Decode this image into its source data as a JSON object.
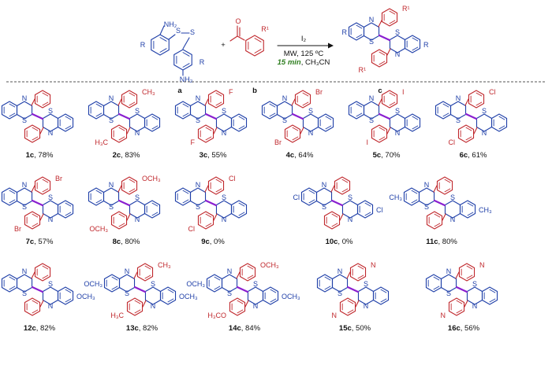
{
  "colors": {
    "blue": "#1f3fa8",
    "red": "#c0282d",
    "purple": "#8a1fd0",
    "green": "#2e7d1f",
    "black": "#111111"
  },
  "reaction": {
    "reagent_a_label": "a",
    "reagent_b_label": "b",
    "product_label": "c",
    "plus": "+",
    "atoms": {
      "nh2": "NH₂",
      "s": "S",
      "n": "N",
      "o": "O",
      "r": "R",
      "r1": "R¹"
    },
    "conditions": {
      "reagent": "I₂",
      "line1": "MW, 125 ºC",
      "line2_time": "15 min",
      "line2_solvent": ", CH₃CN"
    }
  },
  "compounds": [
    {
      "id": "1c",
      "yield": ", 78%",
      "sub_top": "",
      "sub_bot": "",
      "ring_sub": ""
    },
    {
      "id": "2c",
      "yield": ", 83%",
      "sub_top": "CH₃",
      "sub_bot": "H₃C",
      "ring_sub": ""
    },
    {
      "id": "3c",
      "yield": ", 55%",
      "sub_top": "F",
      "sub_bot": "F",
      "ring_sub": ""
    },
    {
      "id": "4c",
      "yield": ", 64%",
      "sub_top": "Br",
      "sub_bot": "Br",
      "ring_sub": ""
    },
    {
      "id": "5c",
      "yield": ", 70%",
      "sub_top": "I",
      "sub_bot": "I",
      "ring_sub": ""
    },
    {
      "id": "6c",
      "yield": ", 61%",
      "sub_top": "Cl",
      "sub_bot": "Cl",
      "ring_sub": ""
    },
    {
      "id": "7c",
      "yield": ", 57%",
      "sub_top": "Br",
      "sub_bot": "Br",
      "ring_sub": ""
    },
    {
      "id": "8c",
      "yield": ", 80%",
      "sub_top": "OCH₃",
      "sub_bot": "OCH₃",
      "ring_sub": ""
    },
    {
      "id": "9c",
      "yield": ", 0%",
      "sub_top": "Cl",
      "sub_bot": "Cl",
      "ring_sub": ""
    },
    {
      "id": "10c",
      "yield": ", 0%",
      "sub_top": "",
      "sub_bot": "",
      "ring_sub": "Cl"
    },
    {
      "id": "11c",
      "yield": ", 80%",
      "sub_top": "",
      "sub_bot": "",
      "ring_sub": "CH₃"
    },
    {
      "id": "12c",
      "yield": ", 82%",
      "sub_top": "",
      "sub_bot": "",
      "ring_sub": "OCH₃"
    },
    {
      "id": "13c",
      "yield": ", 82%",
      "sub_top": "CH₃",
      "sub_bot": "H₃C",
      "ring_sub": "OCH₃"
    },
    {
      "id": "14c",
      "yield": ", 84%",
      "sub_top": "OCH₃",
      "sub_bot": "H₃CO",
      "ring_sub": "OCH₃"
    },
    {
      "id": "15c",
      "yield": ", 50%",
      "sub_top": "N",
      "sub_bot": "N",
      "ring_sub": ""
    },
    {
      "id": "16c",
      "yield": ", 56%",
      "sub_top": "N",
      "sub_bot": "N",
      "ring_sub": ""
    }
  ]
}
